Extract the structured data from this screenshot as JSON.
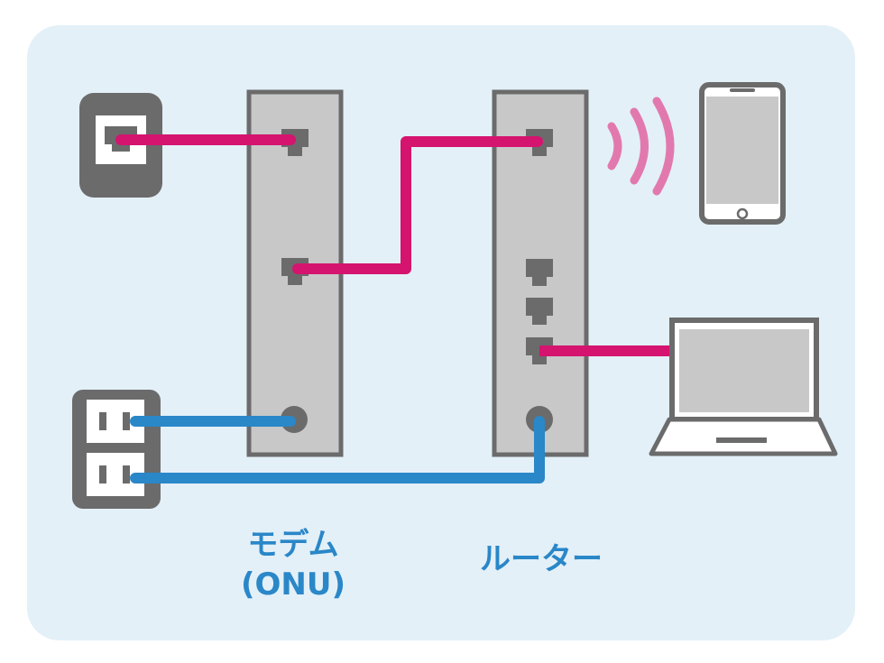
{
  "labels": {
    "modem_line1": "モデム",
    "modem_line2": "(ONU)",
    "router": "ルーター"
  },
  "colors": {
    "background_panel": "#e3f0f8",
    "device_body": "#c8c8c8",
    "device_outline": "#6b6b6b",
    "lan_cable": "#d4146f",
    "power_cable": "#2a87c8",
    "wifi_waves": "#e279ae",
    "label_text": "#2a87c8"
  },
  "icons": [
    "telephone-wall-jack-icon",
    "power-outlet-icon",
    "modem-icon",
    "router-icon",
    "smartphone-icon",
    "laptop-icon",
    "wifi-signal-icon"
  ]
}
